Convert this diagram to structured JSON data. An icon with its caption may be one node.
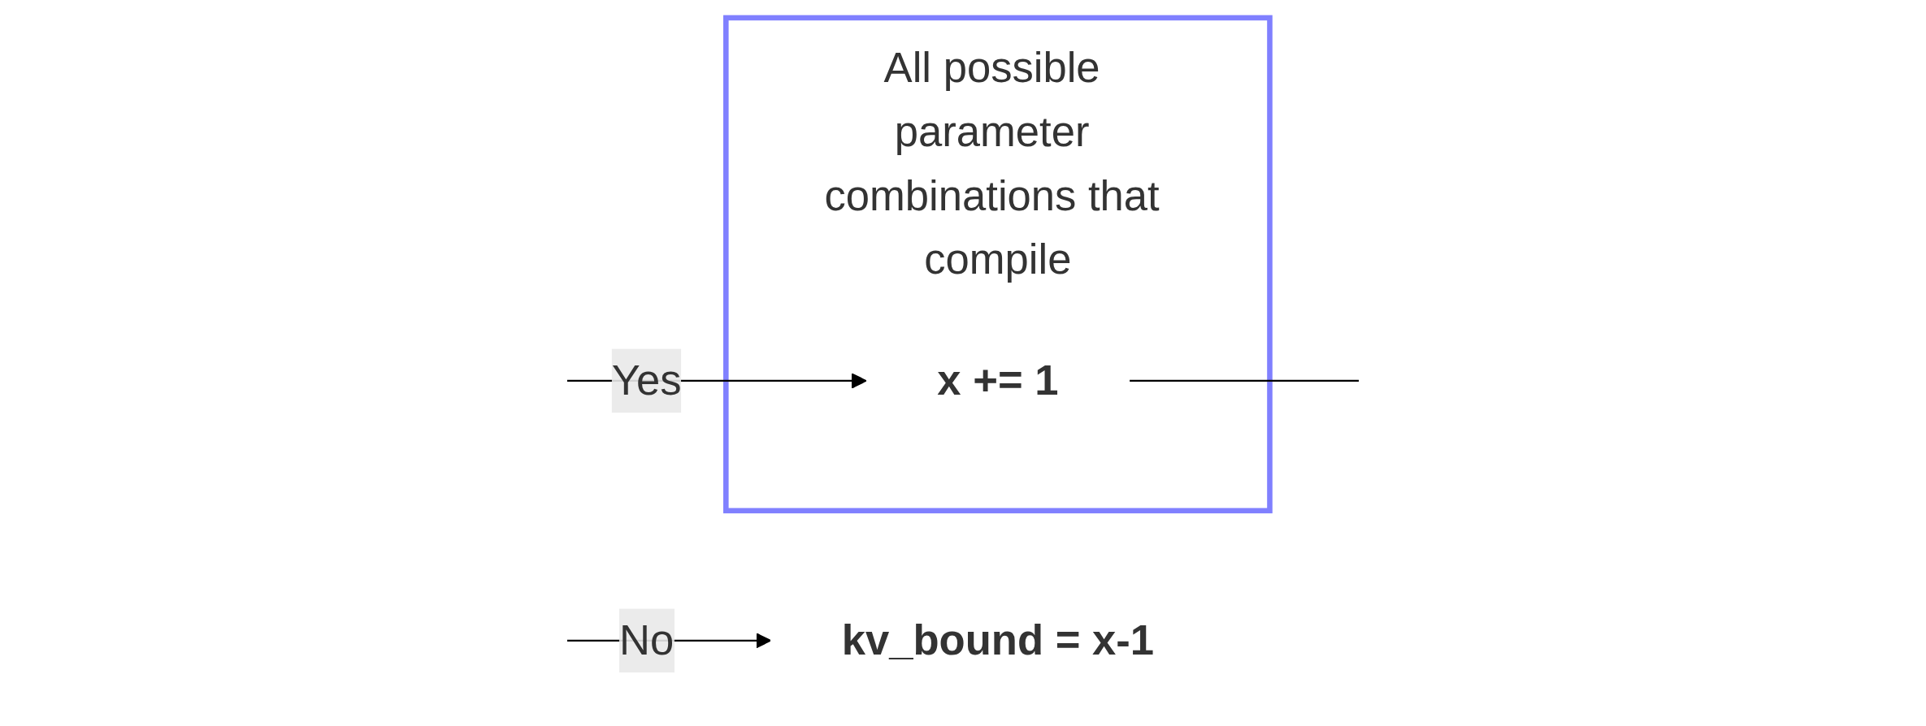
{
  "diagram": {
    "nodes": [
      {
        "text": [
          "All possible parameter combinations that compile"
        ]
      },
      {
        "text": [
          "x += 1"
        ],
        "in": 0
      },
      {
        "text": [
          "kv_bound = x-1"
        ]
      }
    ],
    "edges": [
      {
        "from": null,
        "to": 1,
        "arrow": "to",
        "label": "Yes"
      },
      {
        "from": null,
        "to": 2,
        "arrow": "to",
        "label": "No"
      },
      {
        "from": 1,
        "to": null,
        "arrow": "none"
      }
    ]
  }
}
